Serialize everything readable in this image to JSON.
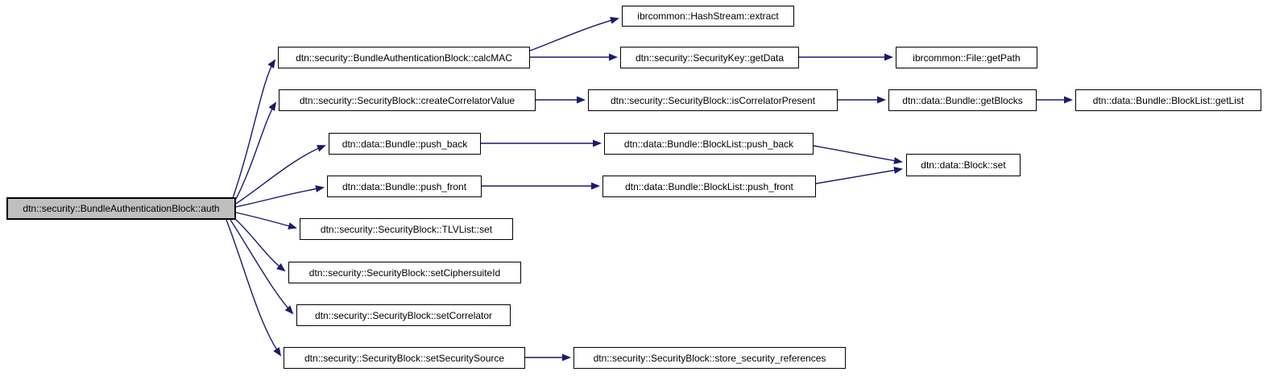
{
  "diagram": {
    "type": "call-graph",
    "title": "Call graph for dtn::security::BundleAuthenticationBlock::auth",
    "colors": {
      "background": "#ffffff",
      "node_fill": "#ffffff",
      "node_border": "#000000",
      "root_fill": "#bfbfbf",
      "edge": "#191970",
      "text": "#000000"
    },
    "nodes": [
      {
        "id": "auth",
        "label": "dtn::security::BundleAuthenticationBlock::auth",
        "root": true
      },
      {
        "id": "calcMAC",
        "label": "dtn::security::BundleAuthenticationBlock::calcMAC"
      },
      {
        "id": "extract",
        "label": "ibrcommon::HashStream::extract"
      },
      {
        "id": "getData",
        "label": "dtn::security::SecurityKey::getData"
      },
      {
        "id": "getPath",
        "label": "ibrcommon::File::getPath"
      },
      {
        "id": "createCorrelatorValue",
        "label": "dtn::security::SecurityBlock::createCorrelatorValue"
      },
      {
        "id": "isCorrelatorPresent",
        "label": "dtn::security::SecurityBlock::isCorrelatorPresent"
      },
      {
        "id": "getBlocks",
        "label": "dtn::data::Bundle::getBlocks"
      },
      {
        "id": "getList",
        "label": "dtn::data::Bundle::BlockList::getList"
      },
      {
        "id": "bundlePushBack",
        "label": "dtn::data::Bundle::push_back"
      },
      {
        "id": "blockListPushBack",
        "label": "dtn::data::Bundle::BlockList::push_back"
      },
      {
        "id": "bundlePushFront",
        "label": "dtn::data::Bundle::push_front"
      },
      {
        "id": "blockListPushFront",
        "label": "dtn::data::Bundle::BlockList::push_front"
      },
      {
        "id": "blockSet",
        "label": "dtn::data::Block::set"
      },
      {
        "id": "tlvListSet",
        "label": "dtn::security::SecurityBlock::TLVList::set"
      },
      {
        "id": "setCiphersuiteId",
        "label": "dtn::security::SecurityBlock::setCiphersuiteId"
      },
      {
        "id": "setCorrelator",
        "label": "dtn::security::SecurityBlock::setCorrelator"
      },
      {
        "id": "setSecuritySource",
        "label": "dtn::security::SecurityBlock::setSecuritySource"
      },
      {
        "id": "storeSecurityReferences",
        "label": "dtn::security::SecurityBlock::store_security_references"
      }
    ],
    "edges": [
      {
        "from": "auth",
        "to": "calcMAC"
      },
      {
        "from": "auth",
        "to": "createCorrelatorValue"
      },
      {
        "from": "auth",
        "to": "bundlePushBack"
      },
      {
        "from": "auth",
        "to": "bundlePushFront"
      },
      {
        "from": "auth",
        "to": "tlvListSet"
      },
      {
        "from": "auth",
        "to": "setCiphersuiteId"
      },
      {
        "from": "auth",
        "to": "setCorrelator"
      },
      {
        "from": "auth",
        "to": "setSecuritySource"
      },
      {
        "from": "calcMAC",
        "to": "extract"
      },
      {
        "from": "calcMAC",
        "to": "getData"
      },
      {
        "from": "getData",
        "to": "getPath"
      },
      {
        "from": "createCorrelatorValue",
        "to": "isCorrelatorPresent"
      },
      {
        "from": "isCorrelatorPresent",
        "to": "getBlocks"
      },
      {
        "from": "getBlocks",
        "to": "getList"
      },
      {
        "from": "bundlePushBack",
        "to": "blockListPushBack"
      },
      {
        "from": "bundlePushFront",
        "to": "blockListPushFront"
      },
      {
        "from": "blockListPushBack",
        "to": "blockSet"
      },
      {
        "from": "blockListPushFront",
        "to": "blockSet"
      },
      {
        "from": "setSecuritySource",
        "to": "storeSecurityReferences"
      }
    ]
  }
}
